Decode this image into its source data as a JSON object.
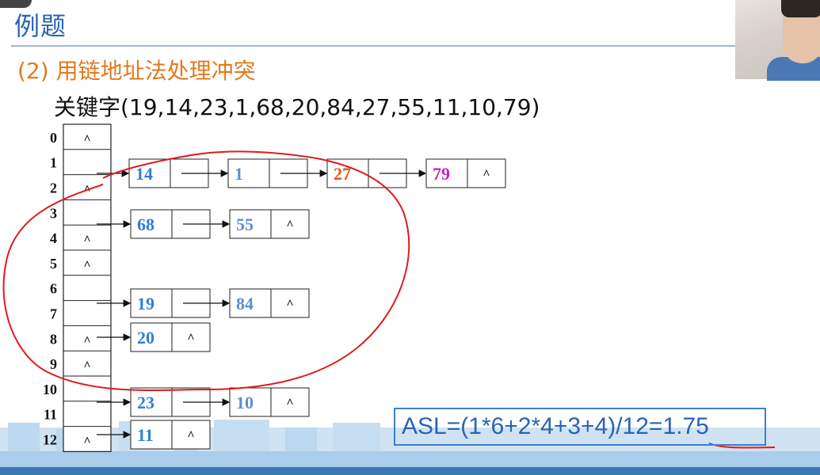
{
  "slide": {
    "title": "例题",
    "subtitle": "(2) 用链地址法处理冲突",
    "keywords": "关键字(19,14,23,1,68,20,84,27,55,11,10,79)",
    "asl": "ASL=(1*6+2*4+3+4)/12=1.75",
    "null_marker": "^"
  },
  "hash_table": {
    "indices": [
      "0",
      "1",
      "2",
      "3",
      "4",
      "5",
      "6",
      "7",
      "8",
      "9",
      "10",
      "11",
      "12"
    ],
    "null_slots": [
      0,
      2,
      4,
      5,
      8,
      9,
      12
    ],
    "chains": [
      {
        "index": 1,
        "keys": [
          "14",
          "1",
          "27",
          "79"
        ]
      },
      {
        "index": 3,
        "keys": [
          "68",
          "55"
        ]
      },
      {
        "index": 6,
        "keys": [
          "19",
          "84"
        ]
      },
      {
        "index": 7,
        "keys": [
          "20"
        ]
      },
      {
        "index": 10,
        "keys": [
          "23",
          "10"
        ]
      },
      {
        "index": 11,
        "keys": [
          "11"
        ]
      }
    ]
  },
  "colors": {
    "title": "#2a63b5",
    "subtitle": "#e07b1d",
    "key_default": "#2f7fd6",
    "key_faded": "#5b8fcf",
    "key_27": "#e8531e",
    "key_79": "#c225c2",
    "annotation": "#e01b1b",
    "asl_border": "#3f7fd0"
  }
}
